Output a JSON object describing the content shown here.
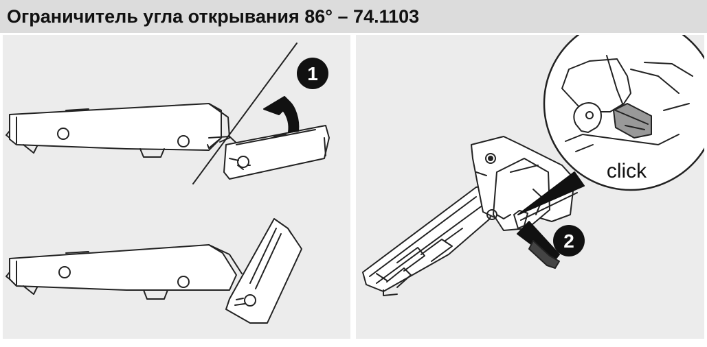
{
  "title": "Ограничитель угла открывания 86° – 74.1103",
  "step1": {
    "label": "1"
  },
  "step2": {
    "label": "2"
  },
  "callout": {
    "label": "click"
  },
  "colors": {
    "header_bg": "#dcdcdc",
    "panel_bg": "#ececec",
    "badge": "#111111"
  }
}
